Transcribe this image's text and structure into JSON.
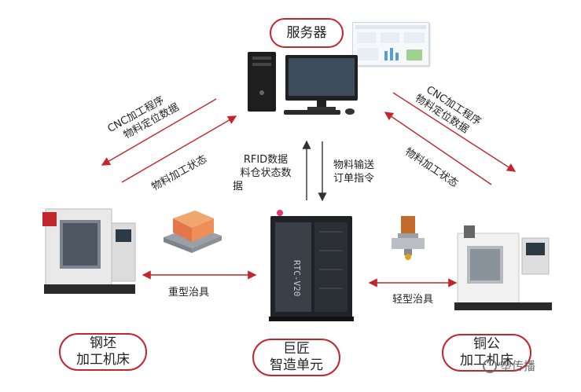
{
  "nodes": {
    "server": {
      "label": "服务器"
    },
    "steel_machine": {
      "line1": "钢坯",
      "line2": "加工机床"
    },
    "rtc_cell": {
      "line1": "巨匠",
      "line2": "智造单元",
      "device_text": "RTC-V20"
    },
    "copper_machine": {
      "line1": "铜公",
      "line2": "加工机床"
    }
  },
  "labels": {
    "left_top_1": "CNC加工程序",
    "left_top_2": "物料定位数据",
    "left_bottom": "物料加工状态",
    "center_left_1": "RFID数据",
    "center_left_2": "料仓状态数",
    "center_left_3": "据",
    "center_right_1": "物料输送",
    "center_right_2": "订单指令",
    "right_top_1": "CNC加工程序",
    "right_top_2": "物料定位数据",
    "right_bottom": "物料加工状态",
    "heavy_fixture": "重型治具",
    "light_fixture": "轻型治具"
  },
  "watermark": "塑传播",
  "colors": {
    "accent": "#c1272d",
    "arrow_dark": "#333333"
  }
}
